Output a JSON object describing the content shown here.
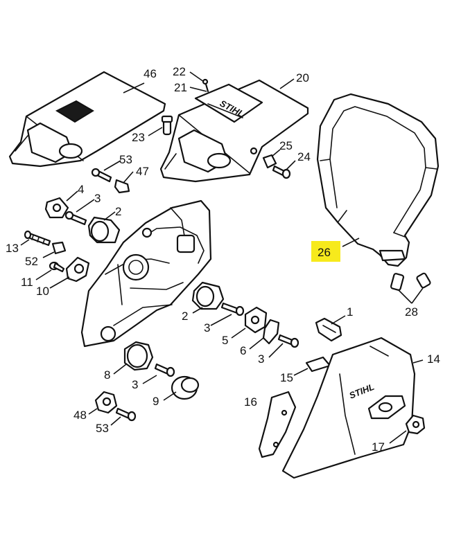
{
  "callouts": {
    "n1": "1",
    "n2a": "2",
    "n2b": "2",
    "n3a": "3",
    "n3b": "3",
    "n3c": "3",
    "n3d": "3",
    "n4": "4",
    "n5": "5",
    "n6": "6",
    "n8": "8",
    "n9": "9",
    "n10": "10",
    "n11": "11",
    "n13": "13",
    "n14": "14",
    "n15": "15",
    "n16": "16",
    "n17": "17",
    "n20": "20",
    "n21": "21",
    "n22": "22",
    "n23": "23",
    "n24": "24",
    "n25": "25",
    "n26": "26",
    "n28": "28",
    "n46": "46",
    "n47": "47",
    "n48": "48",
    "n52": "52",
    "n53a": "53",
    "n53b": "53"
  },
  "highlight": {
    "color": "#f7ea1c",
    "target": "26"
  },
  "logos": {
    "sprocket_cover": "STIHL",
    "shroud_plate": "STIHL"
  }
}
